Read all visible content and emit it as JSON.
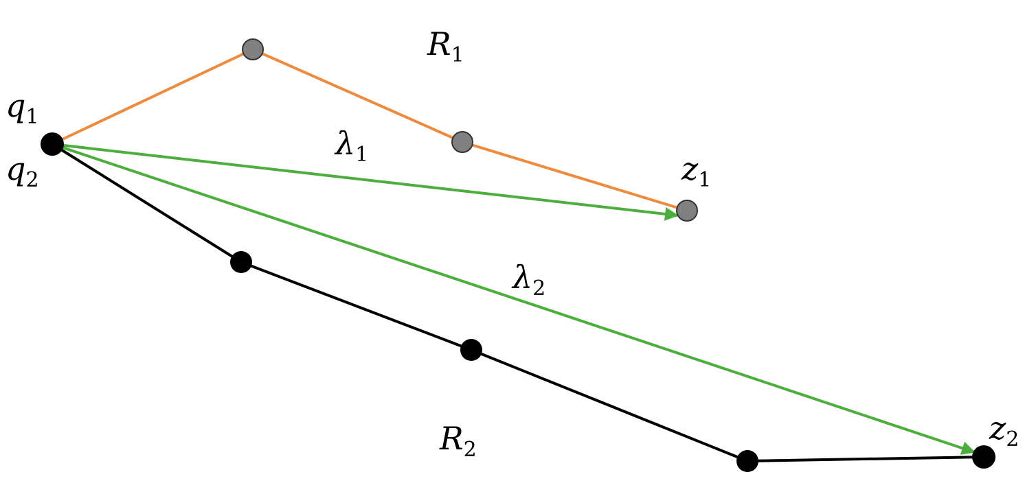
{
  "labels": {
    "r1": {
      "main": "R",
      "sub": "1"
    },
    "r2": {
      "main": "R",
      "sub": "2"
    },
    "q1": {
      "main": "q",
      "sub": "1"
    },
    "q2": {
      "main": "q",
      "sub": "2"
    },
    "z1": {
      "main": "z",
      "sub": "1"
    },
    "z2": {
      "main": "z",
      "sub": "2"
    },
    "lambda1": {
      "main": "λ",
      "sub": "1"
    },
    "lambda2": {
      "main": "λ",
      "sub": "2"
    }
  },
  "colors": {
    "route1": "#f08a3c",
    "route2": "#000000",
    "vector": "#4cae3c",
    "route1_node": "#808080",
    "route2_node": "#000000"
  }
}
